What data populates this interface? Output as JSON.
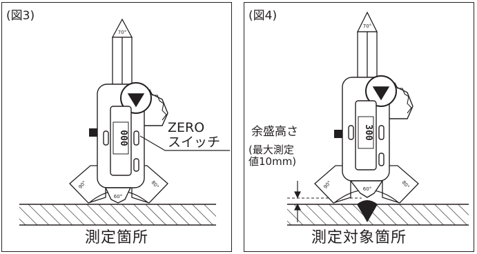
{
  "figures": [
    {
      "id": "fig3",
      "title": "(図3)",
      "caption": "測定箇所",
      "callout_line1": "ZERO",
      "callout_line2": "スイッチ",
      "display": "000",
      "angles": [
        "70°",
        "90°",
        "60°",
        "80°"
      ]
    },
    {
      "id": "fig4",
      "title": "(図4)",
      "caption": "測定対象箇所",
      "label_line1": "余盛高さ",
      "label_line2": "(最大測定",
      "label_line3": "値10mm)",
      "display": "300",
      "angles": [
        "70°",
        "90°",
        "60°",
        "80°"
      ]
    }
  ],
  "colors": {
    "line": "#231f20",
    "background": "#ffffff",
    "hatch": "#231f20"
  }
}
